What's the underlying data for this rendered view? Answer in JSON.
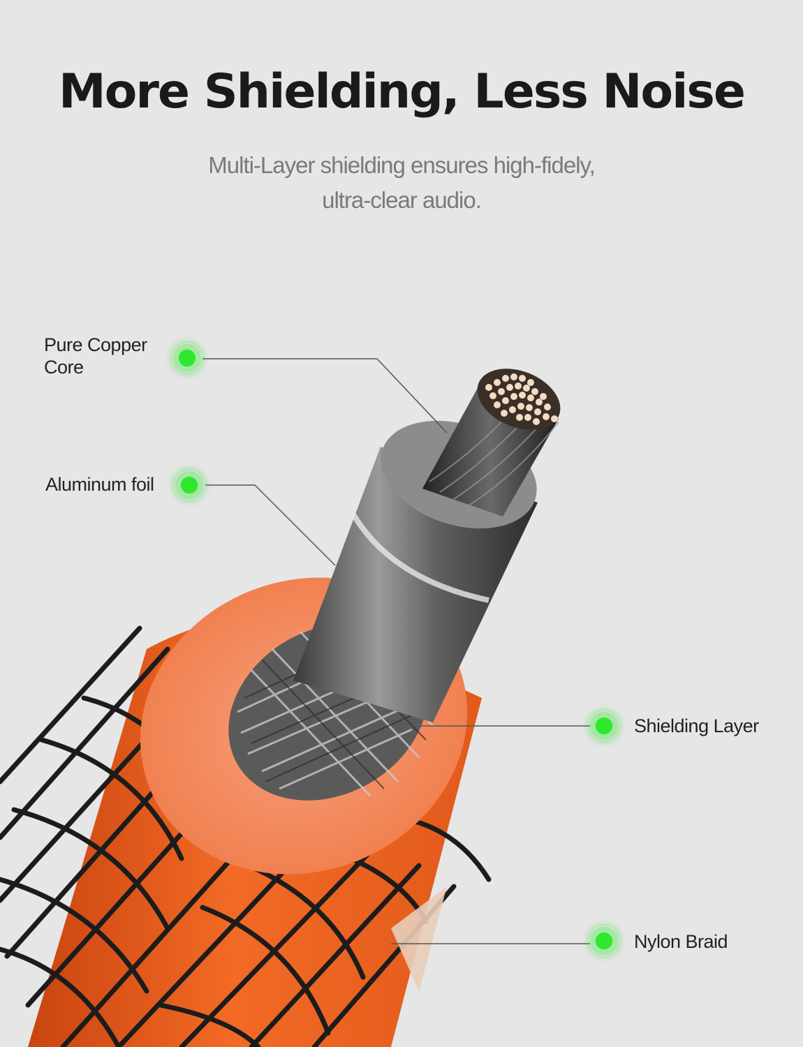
{
  "headline": "More Shielding, Less Noise",
  "subline": {
    "line1": "Multi-Layer shielding ensures high-fidely,",
    "line2": "ultra-clear audio."
  },
  "callouts": {
    "copper": {
      "line1": "Pure Copper",
      "line2": "Core"
    },
    "foil": {
      "label": "Aluminum foil"
    },
    "shield": {
      "label": "Shielding Layer"
    },
    "nylon": {
      "label": "Nylon Braid"
    }
  },
  "colors": {
    "background": "#e6e6e6",
    "accent_dot": "#2ee82e",
    "cable_orange": "#f06a2a",
    "braid": "#1c1c1c"
  }
}
